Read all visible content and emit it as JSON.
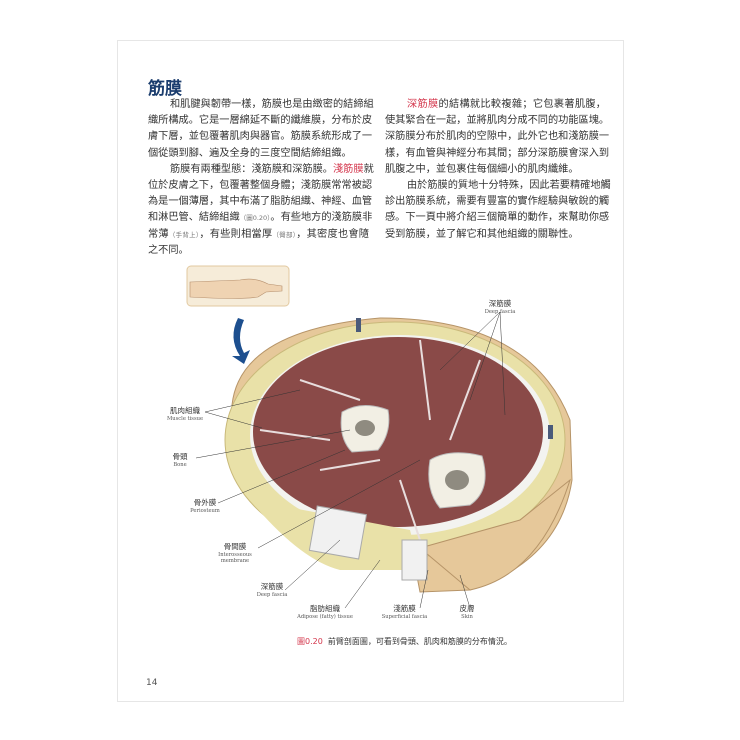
{
  "title": "筋膜",
  "left_column": [
    {
      "indent": true,
      "segs": [
        {
          "t": "和肌腱與韌帶一樣，筋膜也是由緻密的結締組"
        }
      ]
    },
    {
      "segs": [
        {
          "t": "織所構成。它是一層綿延不斷的纖維膜，分布於皮"
        }
      ]
    },
    {
      "segs": [
        {
          "t": "膚下層，並包覆著肌肉與器官。筋膜系統形成了一"
        }
      ]
    },
    {
      "last": true,
      "segs": [
        {
          "t": "個從頭到腳、遍及全身的三度空間結締組織。"
        }
      ]
    },
    {
      "indent": true,
      "segs": [
        {
          "t": "筋膜有兩種型態：淺筋膜和深筋膜。"
        },
        {
          "t": "淺筋膜",
          "s": "red"
        },
        {
          "t": "就"
        }
      ]
    },
    {
      "segs": [
        {
          "t": "位於皮膚之下，包覆著整個身體；淺筋膜常常被認"
        }
      ]
    },
    {
      "segs": [
        {
          "t": "為是一個薄層，其中布滿了脂肪組織、神經、血管"
        }
      ]
    },
    {
      "segs": [
        {
          "t": "和淋巴管、結締組織"
        },
        {
          "t": "（圖0.20）",
          "s": "small"
        },
        {
          "t": "。有些地方的淺筋膜非"
        }
      ]
    },
    {
      "segs": [
        {
          "t": "常薄"
        },
        {
          "t": "（手背上）",
          "s": "small"
        },
        {
          "t": "，有些則相當厚"
        },
        {
          "t": "（臀部）",
          "s": "small"
        },
        {
          "t": "，其密度也會隨"
        }
      ]
    },
    {
      "last": true,
      "segs": [
        {
          "t": "之不同。"
        }
      ]
    }
  ],
  "right_column": [
    {
      "indent": true,
      "segs": [
        {
          "t": "深筋膜",
          "s": "red"
        },
        {
          "t": "的結構就比較複雜；它包裹著肌腹，"
        }
      ]
    },
    {
      "segs": [
        {
          "t": "使其緊合在一起，並將肌肉分成不同的功能區塊。"
        }
      ]
    },
    {
      "segs": [
        {
          "t": "深筋膜分布於肌肉的空隙中，此外它也和淺筋膜一"
        }
      ]
    },
    {
      "segs": [
        {
          "t": "樣，有血管與神經分布其間；部分深筋膜會深入到"
        }
      ]
    },
    {
      "last": true,
      "segs": [
        {
          "t": "肌腹之中，並包裹住每個細小的肌肉纖維。"
        }
      ]
    },
    {
      "indent": true,
      "segs": [
        {
          "t": "由於筋膜的質地十分特殊，因此若要精確地觸"
        }
      ]
    },
    {
      "segs": [
        {
          "t": "診出筋膜系統，需要有豐富的實作經驗與敏銳的觸"
        }
      ]
    },
    {
      "segs": [
        {
          "t": "感。下一頁中將介紹三個簡單的動作，來幫助你感"
        }
      ]
    },
    {
      "last": true,
      "segs": [
        {
          "t": "受到筋膜，並了解它和其他組織的關聯性。"
        }
      ]
    }
  ],
  "figure": {
    "labels": {
      "deep_fascia_top": {
        "zh": "深筋膜",
        "en": "Deep fascia"
      },
      "muscle": {
        "zh": "肌肉組織",
        "en": "Muscle tissue"
      },
      "bone": {
        "zh": "骨頭",
        "en": "Bone"
      },
      "periosteum": {
        "zh": "骨外膜",
        "en": "Periosteum"
      },
      "interosseous": {
        "zh": "骨間膜",
        "en": "Interosseous membrane"
      },
      "deep_fascia_bottom": {
        "zh": "深筋膜",
        "en": "Deep fascia"
      },
      "adipose": {
        "zh": "脂肪組織",
        "en": "Adipose (fatty) tissue"
      },
      "superficial": {
        "zh": "淺筋膜",
        "en": "Superficial fascia"
      },
      "skin": {
        "zh": "皮膚",
        "en": "Skin"
      }
    },
    "caption_number": "圖0.20",
    "caption_text": "前臂剖面圖，可看到骨頭、肌肉和筋膜的分布情況。"
  },
  "page_number": "14",
  "colors": {
    "title": "#1b3d6e",
    "highlight": "#d3344a",
    "muscle": "#8a4a48",
    "fat": "#e9e1a8",
    "skin": "#e6c89a",
    "arrow": "#1d4f8f"
  }
}
